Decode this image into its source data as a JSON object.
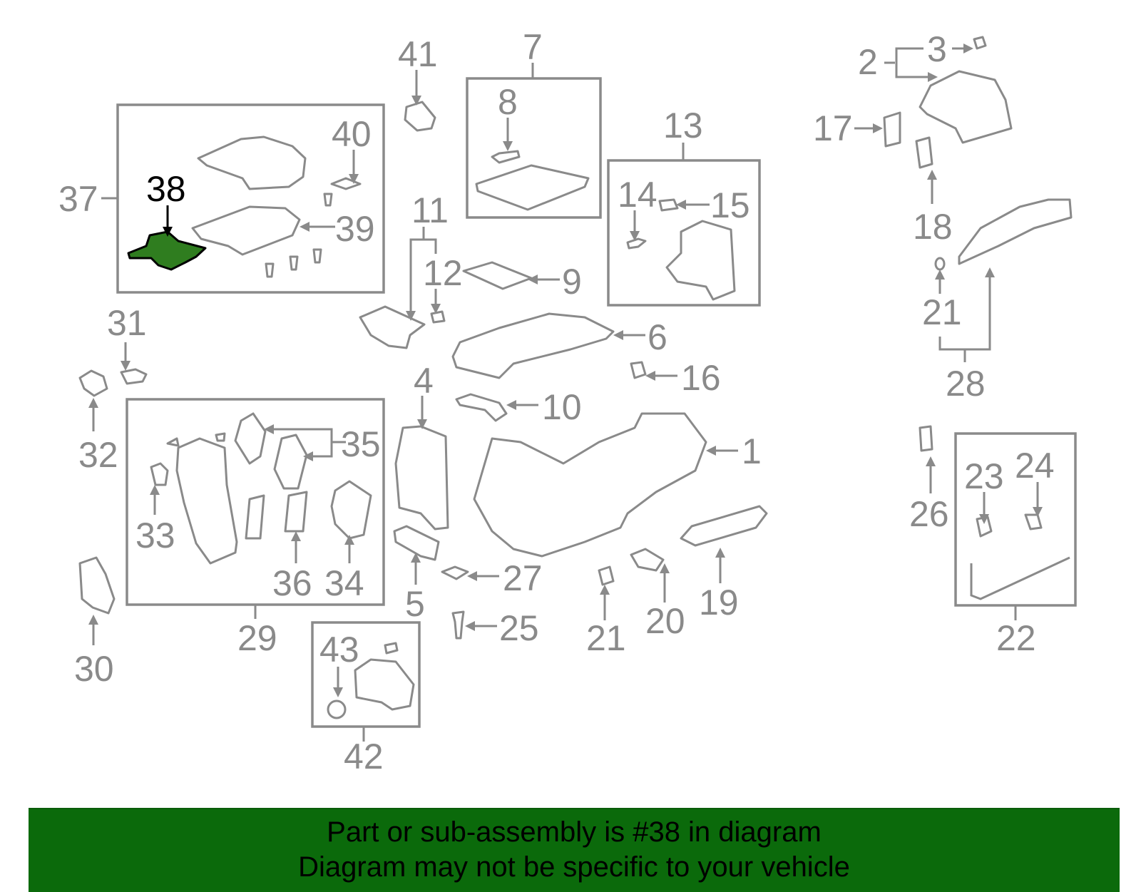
{
  "highlight": {
    "part": "38",
    "color": "#2f7d1f"
  },
  "callouts": {
    "c1": "1",
    "c2": "2",
    "c3": "3",
    "c4": "4",
    "c5": "5",
    "c6": "6",
    "c7": "7",
    "c8": "8",
    "c9": "9",
    "c10": "10",
    "c11": "11",
    "c12": "12",
    "c13": "13",
    "c14": "14",
    "c15": "15",
    "c16": "16",
    "c17": "17",
    "c18": "18",
    "c19": "19",
    "c20": "20",
    "c21a": "21",
    "c21b": "21",
    "c22": "22",
    "c23": "23",
    "c24": "24",
    "c25": "25",
    "c26": "26",
    "c27": "27",
    "c28": "28",
    "c29": "29",
    "c30": "30",
    "c31": "31",
    "c32": "32",
    "c33": "33",
    "c34": "34",
    "c35": "35",
    "c36": "36",
    "c37": "37",
    "c38": "38",
    "c39": "39",
    "c40": "40",
    "c41": "41",
    "c42": "42",
    "c43": "43"
  },
  "banner": {
    "line1": "Part or sub-assembly is #38 in diagram",
    "line2": "Diagram may not be specific to your vehicle",
    "color": "#0b6a0b"
  }
}
